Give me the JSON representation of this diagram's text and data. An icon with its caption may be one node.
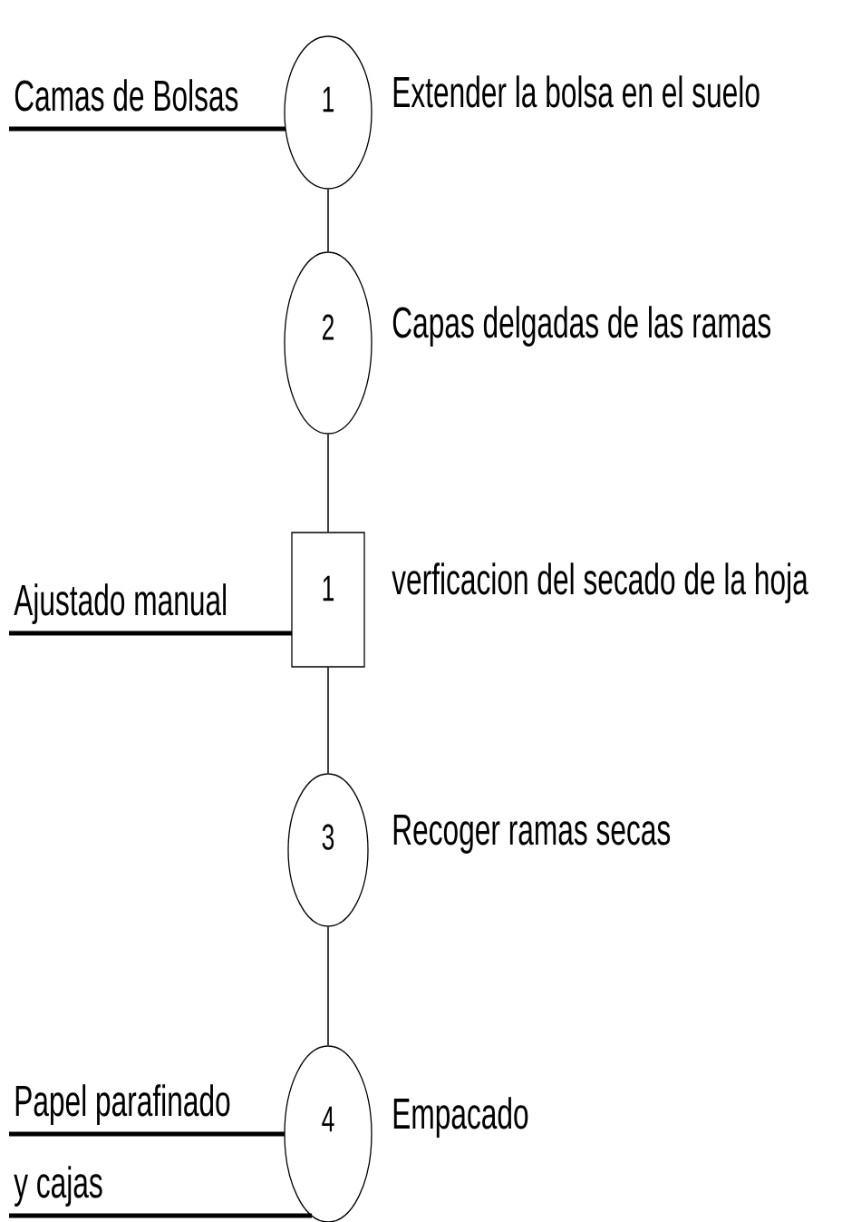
{
  "diagram": {
    "nodes": [
      {
        "text": [
          "Camas de Bolsas"
        ]
      },
      {
        "text": [
          "1"
        ],
        "beside": [
          "Extender la bolsa en el suelo"
        ]
      },
      {
        "text": [
          "2"
        ],
        "beside": [
          "Capas delgadas de las ramas"
        ]
      },
      {
        "text": [
          "Ajustado manual"
        ]
      },
      {
        "text": [
          "1"
        ],
        "beside": [
          "verficacion del secado de la hoja"
        ]
      },
      {
        "text": [
          "3"
        ],
        "beside": [
          "Recoger ramas secas"
        ]
      },
      {
        "text": [
          "Papel parafinado"
        ]
      },
      {
        "text": [
          "y cajas"
        ]
      },
      {
        "text": [
          "4"
        ],
        "beside": [
          "Empacado"
        ]
      }
    ],
    "edges": [
      {
        "from": 0,
        "to": 1,
        "arrow": "none",
        "style": "thick"
      },
      {
        "from": 1,
        "to": 2,
        "arrow": "none"
      },
      {
        "from": 2,
        "to": 4,
        "arrow": "none"
      },
      {
        "from": 3,
        "to": 4,
        "arrow": "none",
        "style": "thick"
      },
      {
        "from": 4,
        "to": 5,
        "arrow": "none"
      },
      {
        "from": 5,
        "to": 8,
        "arrow": "none"
      },
      {
        "from": 6,
        "to": 8,
        "arrow": "none",
        "style": "thick"
      },
      {
        "from": 7,
        "to": 8,
        "arrow": "none",
        "style": "thick"
      }
    ]
  }
}
